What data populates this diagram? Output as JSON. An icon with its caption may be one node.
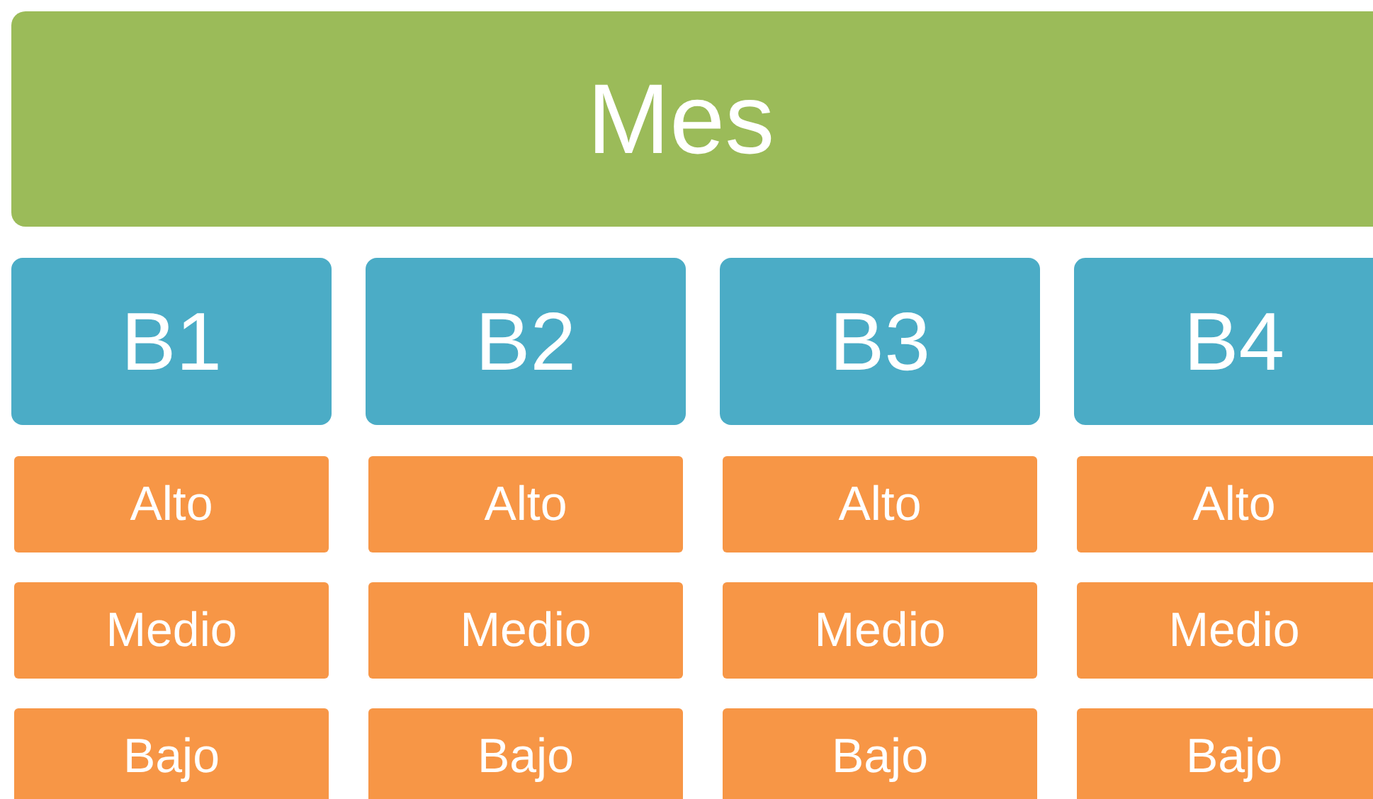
{
  "diagram": {
    "nodes": [
      {
        "text": [
          "Mes"
        ]
      },
      {
        "text": [
          "B1"
        ]
      },
      {
        "text": [
          "B2"
        ]
      },
      {
        "text": [
          "B3"
        ]
      },
      {
        "text": [
          "B4"
        ]
      },
      {
        "text": [
          "Alto"
        ]
      },
      {
        "text": [
          "Alto"
        ]
      },
      {
        "text": [
          "Alto"
        ]
      },
      {
        "text": [
          "Alto"
        ]
      },
      {
        "text": [
          "Medio"
        ]
      },
      {
        "text": [
          "Medio"
        ]
      },
      {
        "text": [
          "Medio"
        ]
      },
      {
        "text": [
          "Medio"
        ]
      },
      {
        "text": [
          "Bajo"
        ]
      },
      {
        "text": [
          "Bajo"
        ]
      },
      {
        "text": [
          "Bajo"
        ]
      },
      {
        "text": [
          "Bajo"
        ]
      }
    ]
  }
}
